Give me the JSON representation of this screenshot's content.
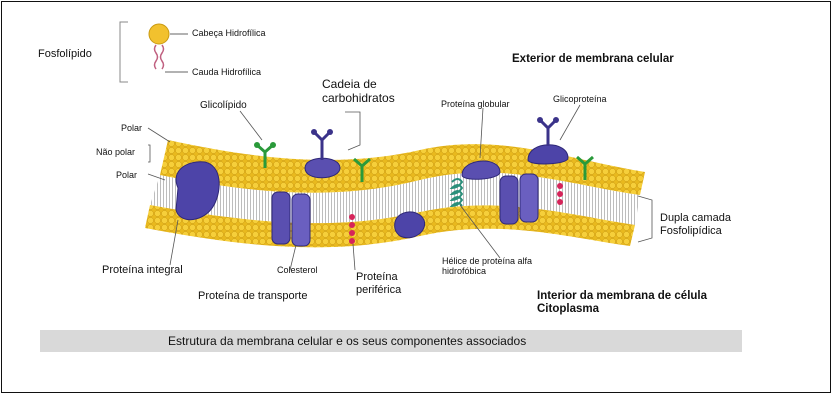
{
  "labels": {
    "fosfolipido": "Fosfolípido",
    "cabeca": "Cabeça Hidrofílica",
    "cauda": "Cauda Hidrofílica",
    "exterior": "Exterior de membrana celular",
    "cadeia_l1": "Cadeia de",
    "cadeia_l2": "carbohidratos",
    "glicolipido": "Glicolípido",
    "proteina_globular": "Proteína globular",
    "glicoproteina": "Glicoproteína",
    "polar_top": "Polar",
    "nao_polar": "Não polar",
    "polar_bottom": "Polar",
    "dupla_l1": "Dupla camada",
    "dupla_l2": "Fosfolipídica",
    "proteina_integral": "Proteína integral",
    "colesterol": "Colesterol",
    "proteina_transporte": "Proteína de transporte",
    "periferica_l1": "Proteína",
    "periferica_l2": "periférica",
    "helice_l1": "Hélice de proteína alfa",
    "helice_l2": "hidrofóbica",
    "interior_l1": "Interior da membrana de célula",
    "interior_l2": "Citoplasma"
  },
  "caption": "Estrutura da membrana celular e os seus componentes associados",
  "colors": {
    "head": "#f2c12e",
    "head_dark": "#c99a12",
    "protein": "#5a4fb0",
    "protein_dark": "#3b338a",
    "glyco_green": "#2a9a3a",
    "cholesterol": "#d6245a",
    "helix": "#3aa38a",
    "caption_bar": "#d9d9d9"
  }
}
